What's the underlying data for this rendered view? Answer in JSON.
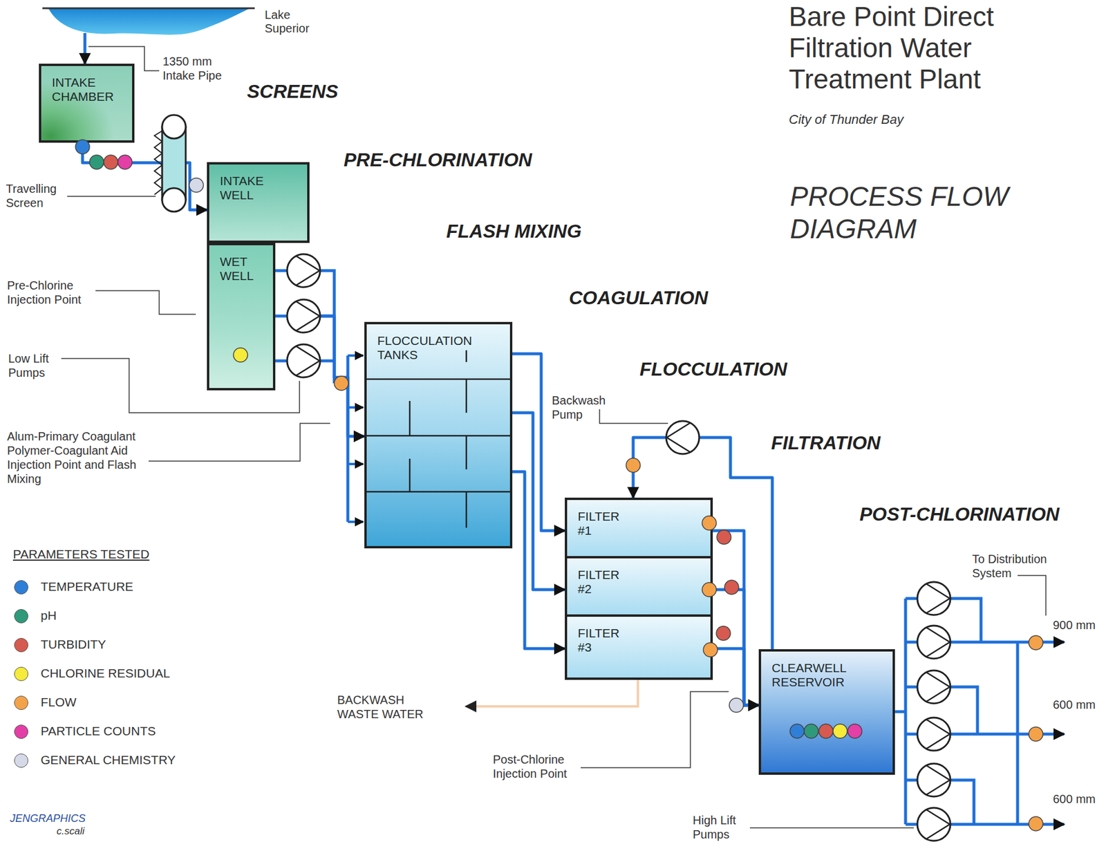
{
  "diagram": {
    "title": "Bare Point Direct Filtration Water Treatment Plant",
    "nodes": [
      {
        "text": [
          "Lake Superior"
        ]
      },
      {
        "text": [
          "INTAKE CHAMBER"
        ]
      },
      {
        "text": [
          "INTAKE WELL"
        ]
      },
      {
        "text": [
          "WET WELL"
        ]
      },
      {
        "text": [
          "FLOCCULATION TANKS"
        ]
      },
      {
        "text": [
          "FILTER #1"
        ]
      },
      {
        "text": [
          "FILTER #2"
        ]
      },
      {
        "text": [
          "FILTER #3"
        ]
      },
      {
        "text": [
          "CLEARWELL RESERVOIR"
        ]
      }
    ],
    "edges": [
      {
        "from": 0,
        "to": 1,
        "arrow": "to"
      },
      {
        "from": 1,
        "to": 2,
        "arrow": "to"
      },
      {
        "from": 3,
        "to": 4,
        "arrow": "to"
      },
      {
        "from": 4,
        "to": 5,
        "arrow": "to"
      },
      {
        "from": 4,
        "to": 6,
        "arrow": "to"
      },
      {
        "from": 4,
        "to": 7,
        "arrow": "to"
      },
      {
        "from": 5,
        "to": 8,
        "arrow": "to"
      },
      {
        "from": 6,
        "to": 8,
        "arrow": "to"
      },
      {
        "from": 7,
        "to": 8,
        "arrow": "to"
      },
      {
        "from": 8,
        "to": 5,
        "arrow": "to"
      }
    ],
    "labels": [
      "City of Thunder Bay",
      "PROCESS FLOW DIAGRAM",
      "SCREENS",
      "PRE-CHLORINATION",
      "FLASH MIXING",
      "COAGULATION",
      "FLOCCULATION",
      "FILTRATION",
      "POST-CHLORINATION",
      "1350 mm Intake Pipe",
      "Travelling Screen",
      "Pre-Chlorine Injection Point",
      "Low Lift Pumps",
      "Alum-Primary Coagulant Polymer-Coagulant Aid Injection Point and Flash Mixing",
      "Backwash Pump",
      "BACKWASH WASTE WATER",
      "Post-Chlorine Injection Point",
      "High Lift Pumps",
      "To Distribution System",
      "900 mm",
      "600 mm",
      "600 mm",
      "PARAMETERS TESTED",
      "JENGRAPHICS",
      "c.scali"
    ],
    "legend": [
      {
        "text": "TEMPERATURE",
        "color": "#2f7fd8"
      },
      {
        "text": "pH",
        "color": "#2e9a7a"
      },
      {
        "text": "TURBIDITY",
        "color": "#d65a4f"
      },
      {
        "text": "CHLORINE RESIDUAL",
        "color": "#f6ea3a"
      },
      {
        "text": "FLOW",
        "color": "#f4a24a"
      },
      {
        "text": "PARTICLE COUNTS",
        "color": "#e33fa6"
      },
      {
        "text": "GENERAL CHEMISTRY",
        "color": "#d5d9e8"
      }
    ]
  }
}
